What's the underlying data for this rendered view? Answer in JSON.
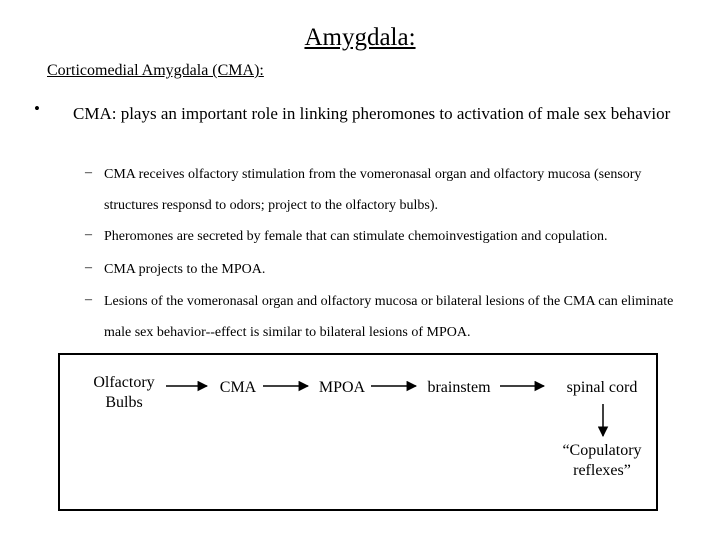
{
  "title": "Amygdala:",
  "subtitle": "Corticomedial Amygdala (CMA):",
  "bullet": {
    "symbol": "•",
    "text": "CMA:  plays an important role in linking pheromones to activation of male sex behavior"
  },
  "sub_bullets": [
    {
      "symbol": "–",
      "text": "CMA receives olfactory stimulation from the vomeronasal organ and olfactory mucosa (sensory structures responsd to odors; project to the olfactory bulbs)."
    },
    {
      "symbol": "–",
      "text": "Pheromones are secreted by female that can stimulate chemoinvestigation and copulation."
    },
    {
      "symbol": "–",
      "text": "CMA projects to the MPOA."
    },
    {
      "symbol": "–",
      "text": "Lesions of the vomeronasal organ and olfactory mucosa or bilateral lesions of the CMA can eliminate male sex behavior--effect is similar to bilateral lesions of MPOA."
    }
  ],
  "diagram": {
    "nodes": {
      "olfactory_line1": "Olfactory",
      "olfactory_line2": "Bulbs",
      "cma": "CMA",
      "mpoa": "MPOA",
      "brainstem": "brainstem",
      "spinal_cord": "spinal cord",
      "reflexes_line1": "“Copulatory",
      "reflexes_line2": "reflexes”"
    }
  }
}
